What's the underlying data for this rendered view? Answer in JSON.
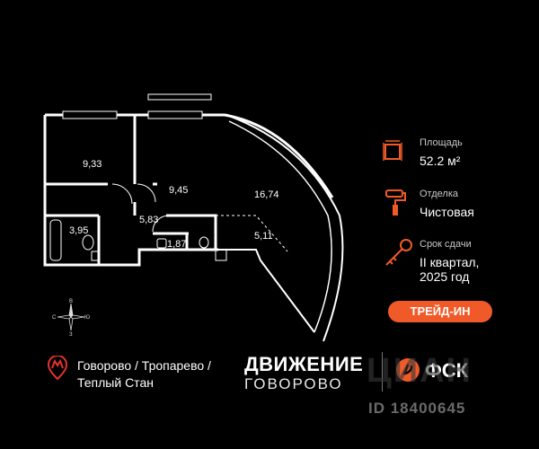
{
  "plan": {
    "rooms": [
      {
        "id": "room-1",
        "area": "9,33"
      },
      {
        "id": "room-2",
        "area": "9,45"
      },
      {
        "id": "room-3",
        "area": "16,74"
      },
      {
        "id": "bath-1",
        "area": "3,95"
      },
      {
        "id": "hall",
        "area": "5,83"
      },
      {
        "id": "bath-2",
        "area": "1,87"
      },
      {
        "id": "balcony",
        "area": "5,11"
      }
    ]
  },
  "compass": {
    "north": "В",
    "west": "С",
    "east": "Ю",
    "south": "З"
  },
  "info": {
    "area_label": "Площадь",
    "area_value": "52.2 м²",
    "finish_label": "Отделка",
    "finish_value": "Чистовая",
    "deadline_label": "Срок сдачи",
    "deadline_line1": "II квартал,",
    "deadline_line2": "2025 год",
    "accent_color": "#f05a28"
  },
  "trade_in": {
    "label": "ТРЕЙД-ИН"
  },
  "metro": {
    "line1": "Говорово / Тропарево /",
    "line2": "Теплый Стан",
    "icon": "metro-icon"
  },
  "brand": {
    "name_line1": "ДВИЖЕНИЕ",
    "name_line2": "ГОВОРОВО",
    "developer": "ФСК"
  },
  "watermark": {
    "cian": "ЦИАН",
    "id_text": "ID 18400645"
  }
}
